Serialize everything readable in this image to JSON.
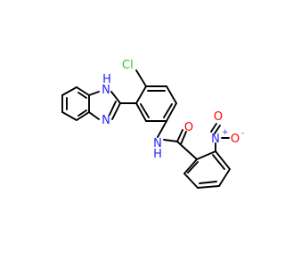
{
  "atoms": {
    "cl": "Cl",
    "h_nh_ring": "H",
    "n_nh_ring": "N",
    "n_ring": "N",
    "n_amide": "N",
    "h_amide": "H",
    "o_carbonyl": "O",
    "n_nitro": "N",
    "n_nitro_charge": "+",
    "o_nitro_top": "O",
    "o_nitro_right": "O",
    "o_nitro_charge": "-"
  },
  "colors": {
    "bond": "#000000",
    "carbon_label": "#000000",
    "nitrogen": "#2323ff",
    "oxygen": "#ff0000",
    "chlorine": "#1fd01f"
  }
}
